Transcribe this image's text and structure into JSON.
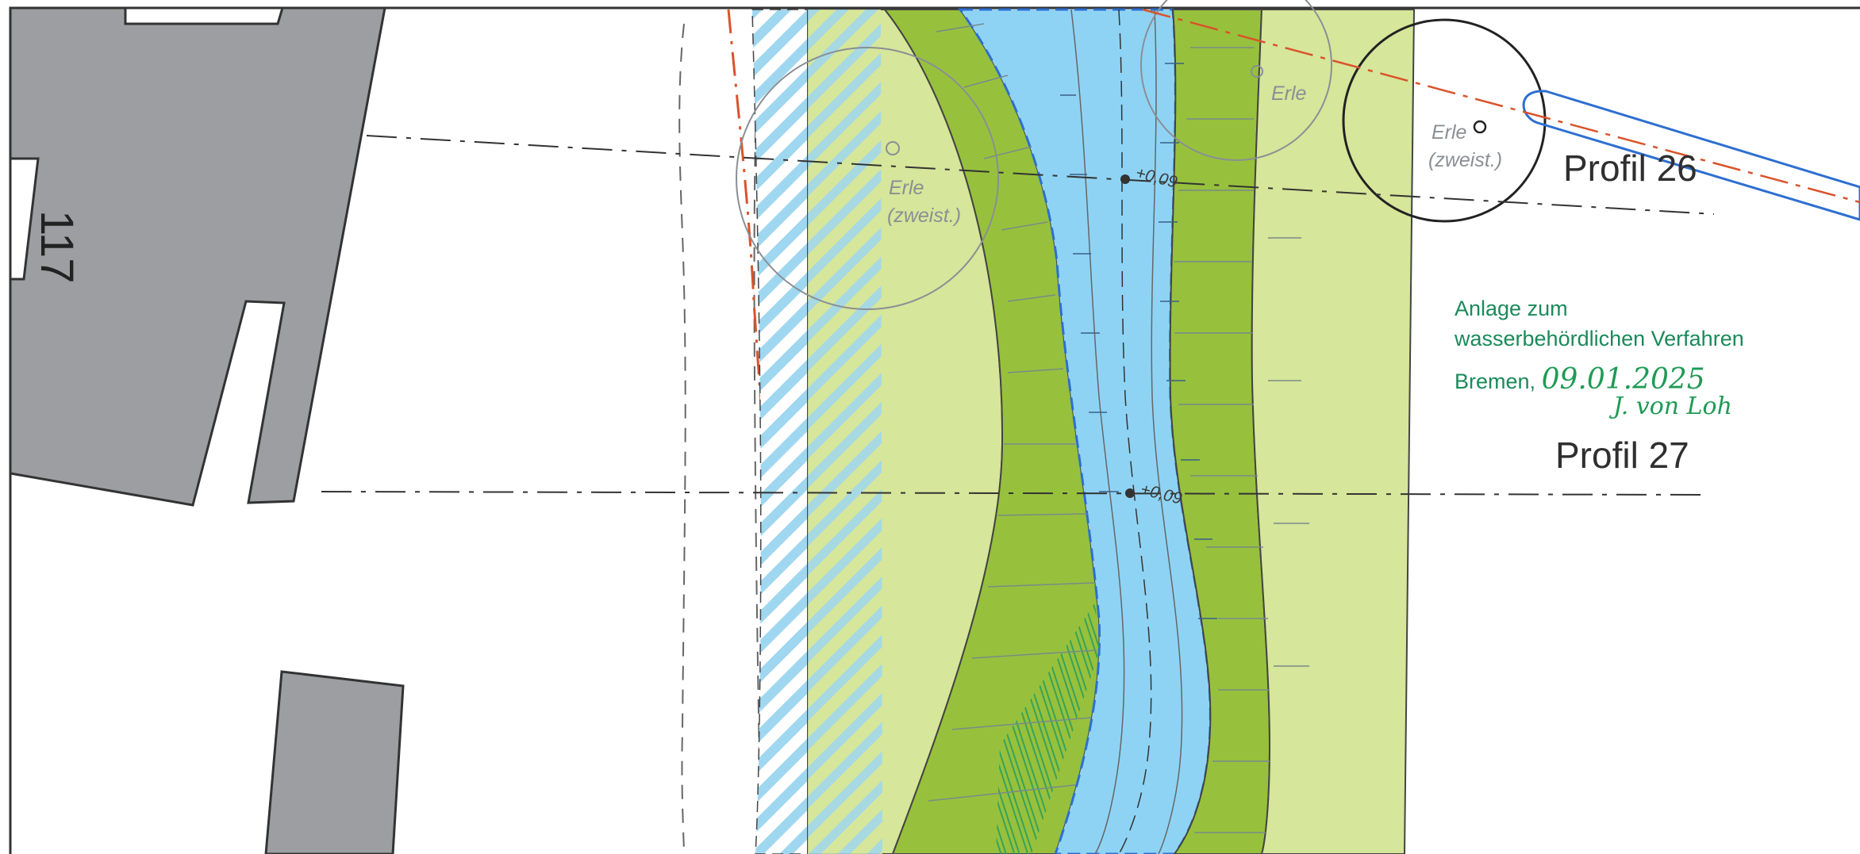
{
  "map": {
    "building_number": "117",
    "trees": [
      {
        "name": "Erle",
        "note": "(zweist.)"
      },
      {
        "name": "Erle",
        "note": ""
      },
      {
        "name": "Erle",
        "note": "(zweist.)"
      }
    ],
    "profiles": [
      {
        "label": "Profil 26",
        "level": "+0,09"
      },
      {
        "label": "Profil 27",
        "level": "+0,09"
      }
    ],
    "stamp": {
      "line1": "Anlage zum",
      "line2": "wasserbehördlichen Verfahren",
      "city": "Bremen,",
      "date": "09.01.2025",
      "signature": "J. von Loh"
    },
    "colors": {
      "building": "#9c9ea1",
      "water": "#8fd3f4",
      "bank_dark": "#97c13c",
      "bank_light": "#d6e69a",
      "hatch_blue": "#9fd7f0",
      "red_line": "#d9532b",
      "pipe_blue": "#2e6fd0",
      "stamp_green": "#1a8a5a"
    }
  }
}
